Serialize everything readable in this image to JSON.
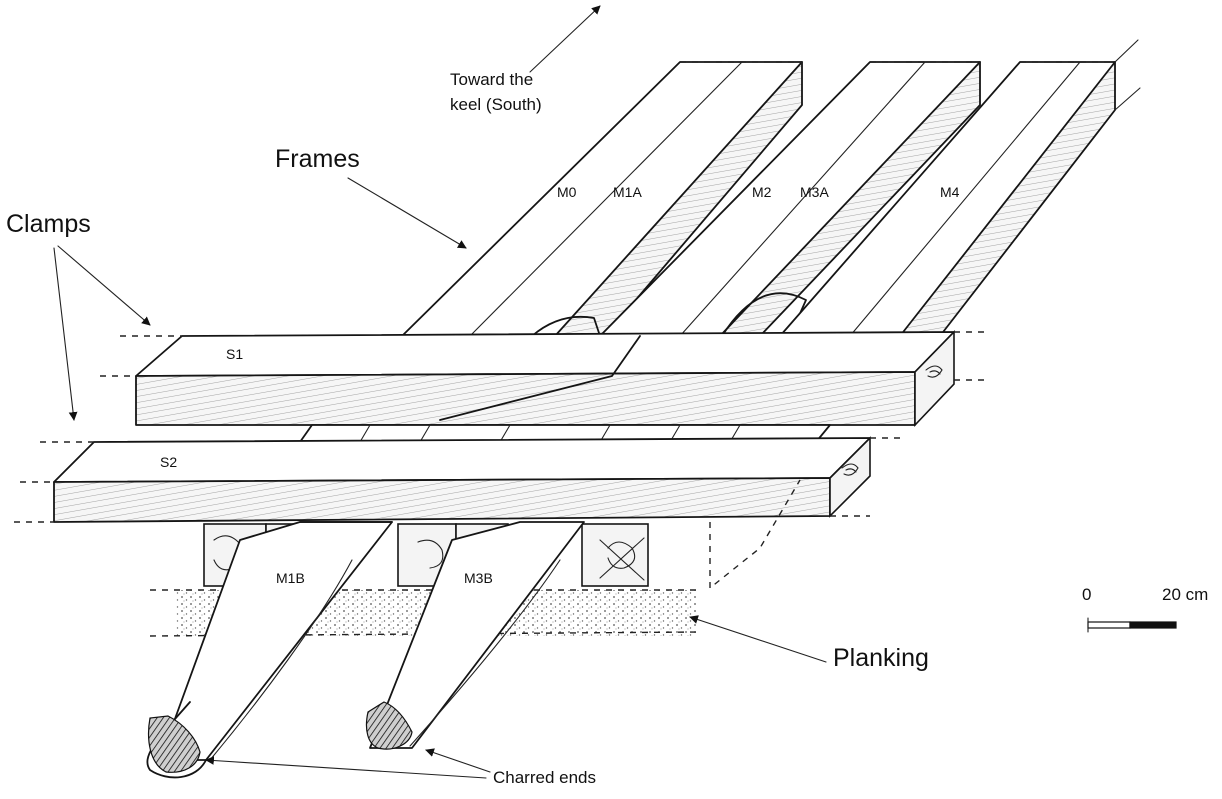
{
  "labels": {
    "toward_keel_line1": "Toward the",
    "toward_keel_line2": "keel (South)",
    "frames": "Frames",
    "clamps": "Clamps",
    "planking": "Planking",
    "charred_ends": "Charred ends",
    "frame_m0": "M0",
    "frame_m1a": "M1A",
    "frame_m2": "M2",
    "frame_m3a": "M3A",
    "frame_m4": "M4",
    "clamp_s1": "S1",
    "clamp_s2": "S2",
    "frame_m1b": "M1B",
    "frame_m3b": "M3B"
  },
  "scale_bar": {
    "start_label": "0",
    "end_label": "20 cm"
  }
}
